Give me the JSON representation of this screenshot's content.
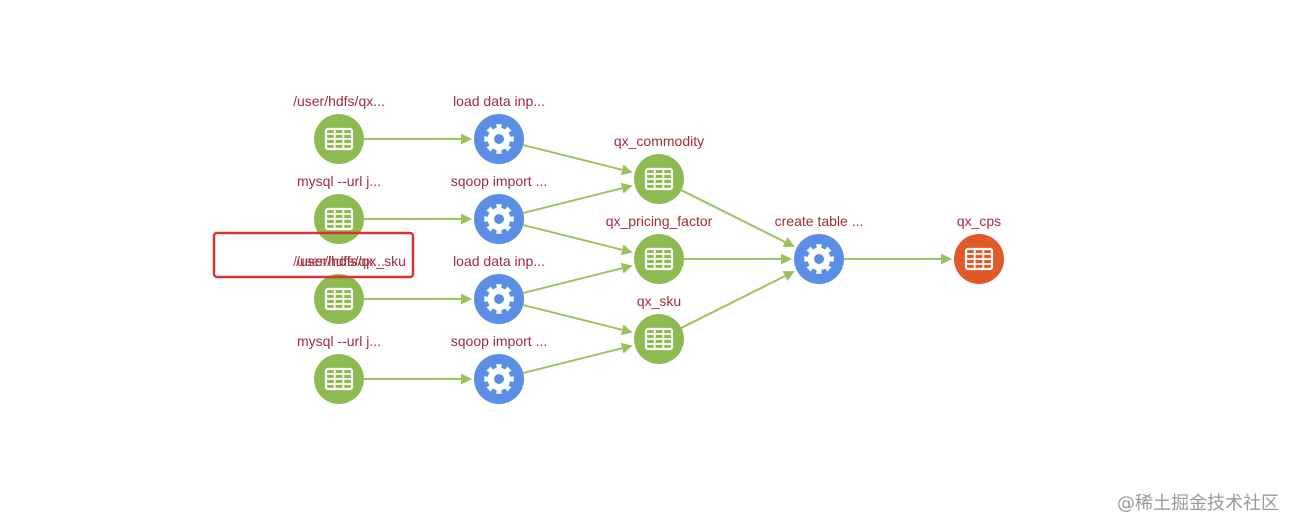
{
  "colors": {
    "table_node": "#8dbb51",
    "process_node": "#5b8fe6",
    "output_node": "#e05a28",
    "edge": "#9bc25c",
    "label": "#a12c3a",
    "highlight": "#d93434"
  },
  "nodes": [
    {
      "id": "n1",
      "type": "table",
      "icon": "table-icon",
      "label": "/user/hdfs/qx..."
    },
    {
      "id": "n2",
      "type": "table",
      "icon": "table-icon",
      "label": "mysql --url j..."
    },
    {
      "id": "n3",
      "type": "table",
      "icon": "table-icon",
      "label": "/user/hdfs/qx_sku",
      "overlap_label": "/user/hdfs/qx..."
    },
    {
      "id": "n4",
      "type": "table",
      "icon": "table-icon",
      "label": "mysql --url j..."
    },
    {
      "id": "p1",
      "type": "process",
      "icon": "gear-icon",
      "label": "load data inp..."
    },
    {
      "id": "p2",
      "type": "process",
      "icon": "gear-icon",
      "label": "sqoop import ..."
    },
    {
      "id": "p3",
      "type": "process",
      "icon": "gear-icon",
      "label": "load data inp..."
    },
    {
      "id": "p4",
      "type": "process",
      "icon": "gear-icon",
      "label": "sqoop import ..."
    },
    {
      "id": "t1",
      "type": "table",
      "icon": "table-icon",
      "label": "qx_commodity"
    },
    {
      "id": "t2",
      "type": "table",
      "icon": "table-icon",
      "label": "qx_pricing_factor"
    },
    {
      "id": "t3",
      "type": "table",
      "icon": "table-icon",
      "label": "qx_sku"
    },
    {
      "id": "c1",
      "type": "process",
      "icon": "gear-icon",
      "label": "create table ..."
    },
    {
      "id": "o1",
      "type": "output",
      "icon": "table-icon",
      "label": "qx_cps"
    }
  ],
  "edges": [
    [
      "n1",
      "p1"
    ],
    [
      "n2",
      "p2"
    ],
    [
      "n3",
      "p3"
    ],
    [
      "n4",
      "p4"
    ],
    [
      "p1",
      "t1"
    ],
    [
      "p2",
      "t1"
    ],
    [
      "p2",
      "t2"
    ],
    [
      "p3",
      "t2"
    ],
    [
      "p3",
      "t3"
    ],
    [
      "p4",
      "t3"
    ],
    [
      "t1",
      "c1"
    ],
    [
      "t2",
      "c1"
    ],
    [
      "t3",
      "c1"
    ],
    [
      "c1",
      "o1"
    ]
  ],
  "highlighted_node": "n3",
  "watermark": "@稀土掘金技术社区"
}
